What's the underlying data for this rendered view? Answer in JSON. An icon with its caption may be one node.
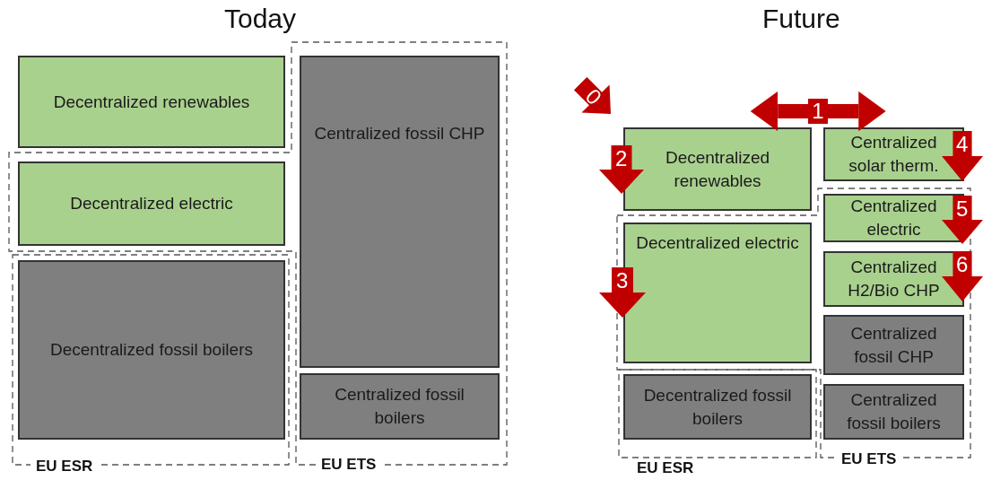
{
  "diagram": {
    "nodes": [
      {
        "text": [
          "Decentralized renewables"
        ]
      },
      {
        "text": [
          "EU ETS"
        ]
      },
      {
        "text": [
          "Centralized fossil CHP"
        ],
        "in": 1
      },
      {
        "text": [
          "Decentralized electric"
        ],
        "in": 1
      },
      {
        "text": [
          "EU ESR"
        ]
      },
      {
        "text": [
          "Decentralized fossil boilers"
        ],
        "in": 4
      },
      {
        "text": [
          "Centralized fossil boilers"
        ],
        "in": 1
      },
      {
        "text": [
          "Decentralized renewables"
        ]
      },
      {
        "text": [
          "Centralized solar therm."
        ]
      },
      {
        "text": [
          "EU ETS"
        ]
      },
      {
        "text": [
          "Centralized electric"
        ],
        "in": 9
      },
      {
        "text": [
          "Decentralized electric"
        ],
        "in": 9
      },
      {
        "text": [
          "Centralized H2/Bio CHP"
        ],
        "in": 9
      },
      {
        "text": [
          "Centralized fossil CHP"
        ],
        "in": 9
      },
      {
        "text": [
          "EU ESR"
        ]
      },
      {
        "text": [
          "Decentralized fossil boilers"
        ],
        "in": 14
      },
      {
        "text": [
          "Centralized fossil boilers"
        ],
        "in": 9
      }
    ],
    "edges": [
      {
        "from": 7,
        "to": 8,
        "arrow": "both",
        "label": "1",
        "color": "#c00000"
      }
    ],
    "labels": [
      "Today",
      "Future",
      "0",
      "2",
      "4",
      "5",
      "6",
      "3"
    ]
  }
}
